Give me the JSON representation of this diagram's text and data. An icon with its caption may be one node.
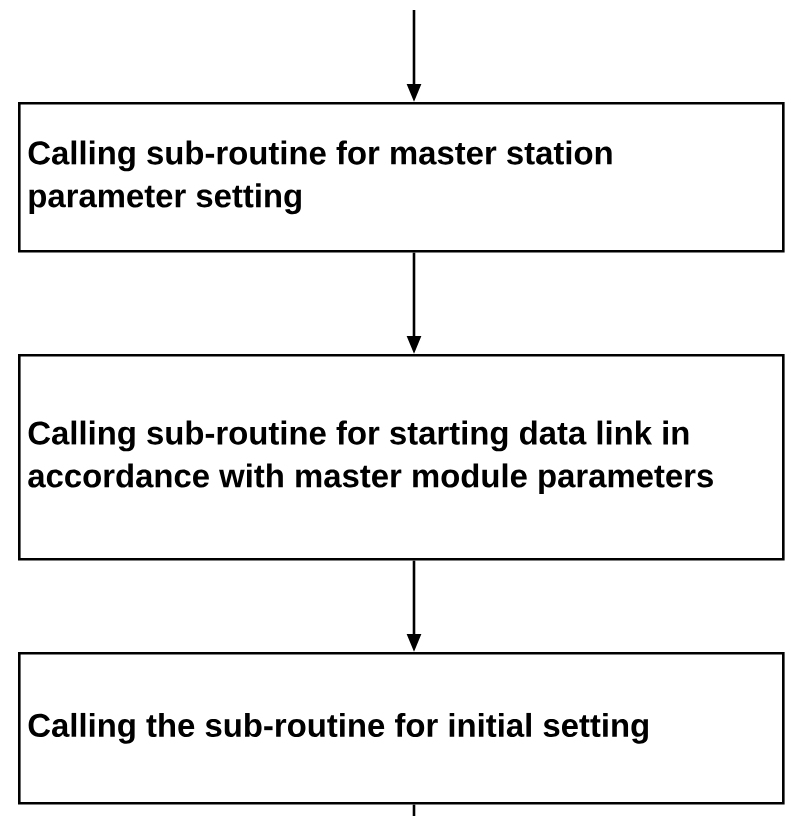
{
  "diagram": {
    "nodes": [
      {
        "text": [
          "Calling sub-routine for master station parameter setting"
        ]
      },
      {
        "text": [
          "Calling sub-routine for starting data link in accordance with master module parameters"
        ]
      },
      {
        "text": [
          "Calling the sub-routine for initial setting"
        ]
      }
    ],
    "edges": [
      {
        "from": null,
        "to": 0,
        "arrow": "to"
      },
      {
        "from": 0,
        "to": 1,
        "arrow": "to"
      },
      {
        "from": 1,
        "to": 2,
        "arrow": "to"
      },
      {
        "from": 2,
        "to": null,
        "arrow": "none"
      }
    ]
  }
}
